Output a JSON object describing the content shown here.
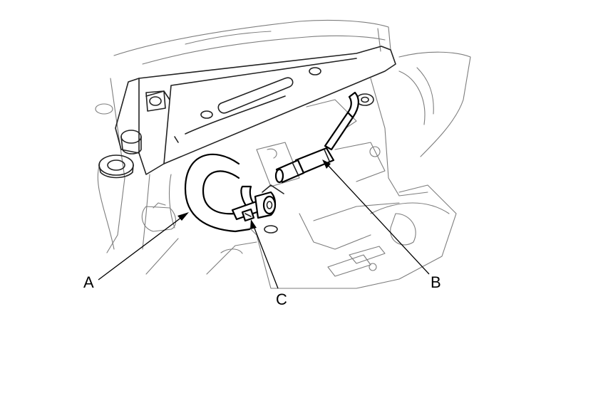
{
  "callouts": {
    "a": {
      "label": "A"
    },
    "b": {
      "label": "B"
    },
    "c": {
      "label": "C"
    }
  },
  "colors": {
    "line": "#000000",
    "background_line": "#7d7d7d",
    "paper": "#ffffff"
  }
}
